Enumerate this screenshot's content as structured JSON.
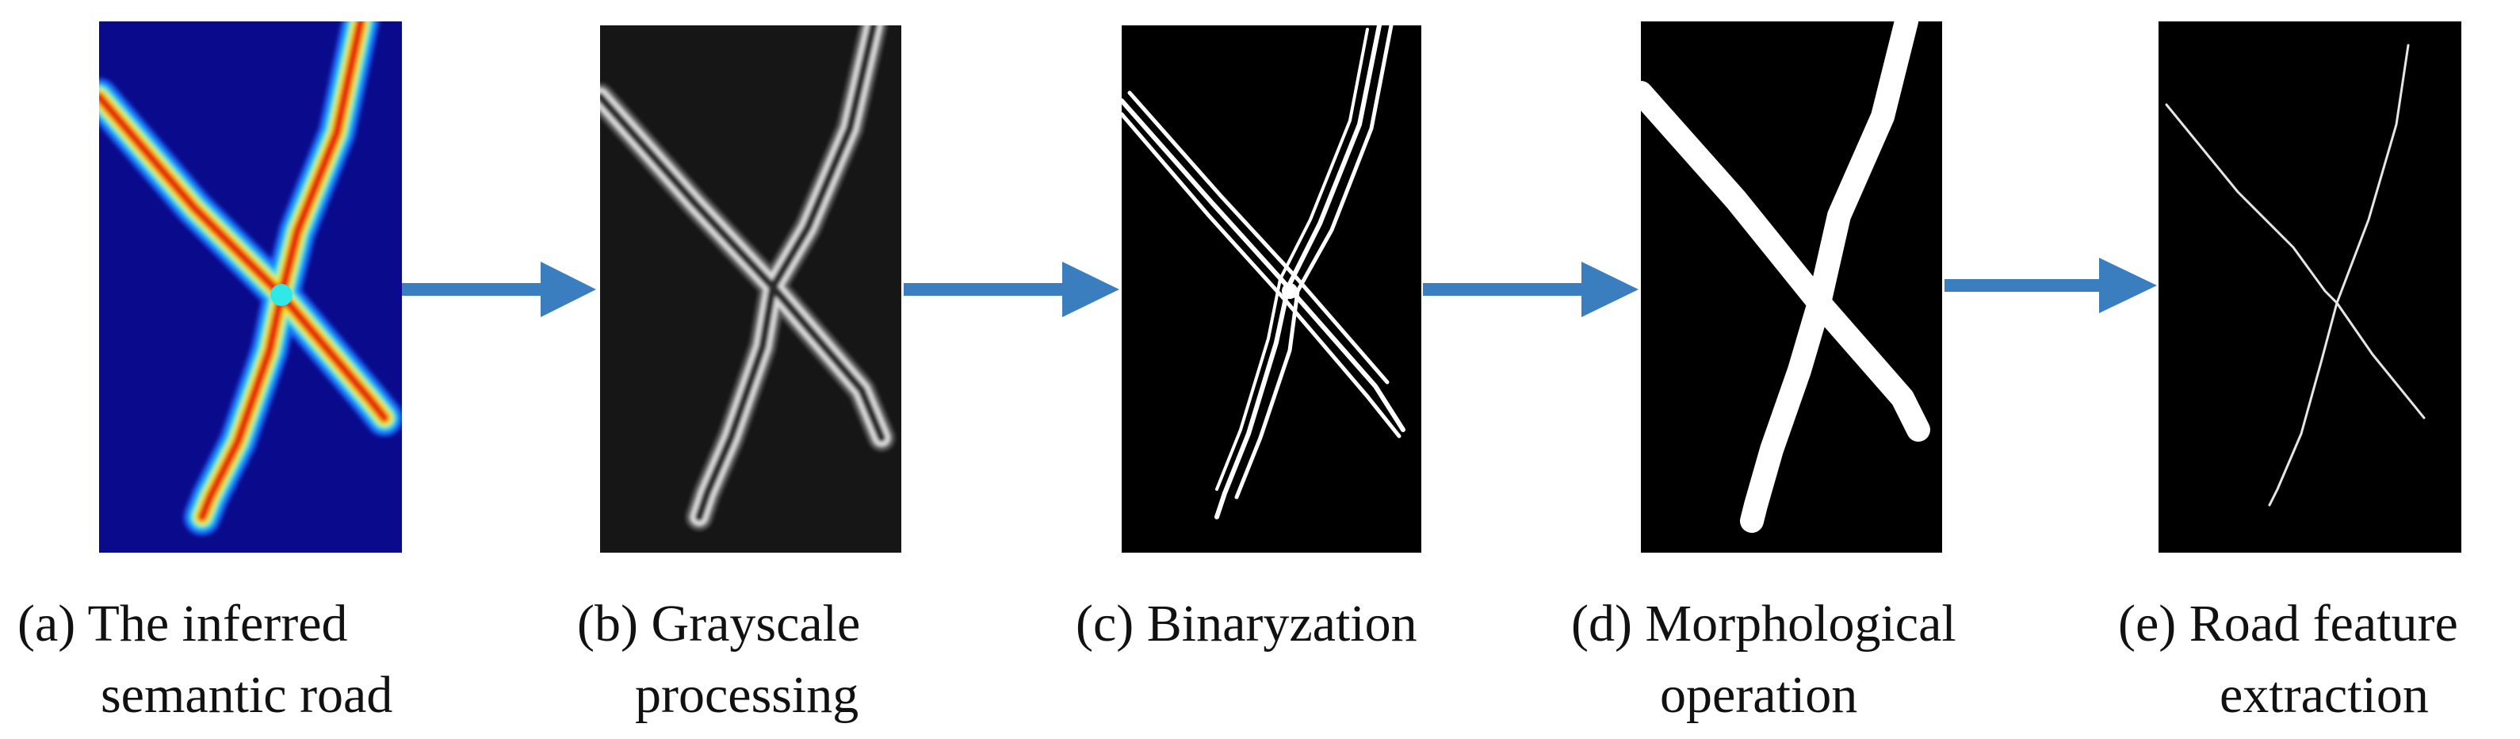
{
  "colors": {
    "arrow": "#3a7ebf",
    "heatmap_bg": "#0a0a8c",
    "panel_black": "#000000",
    "panel_gray": "#161616",
    "road_white": "#ffffff"
  },
  "steps": [
    {
      "id": "a",
      "caption_line1": "(a) The inferred",
      "caption_line2": "semantic road"
    },
    {
      "id": "b",
      "caption_line1": "(b) Grayscale",
      "caption_line2": "processing"
    },
    {
      "id": "c",
      "caption_line1": "(c) Binaryzation",
      "caption_line2": ""
    },
    {
      "id": "d",
      "caption_line1": "(d) Morphological",
      "caption_line2": "operation"
    },
    {
      "id": "e",
      "caption_line1": "(e) Road feature",
      "caption_line2": "extraction"
    }
  ]
}
